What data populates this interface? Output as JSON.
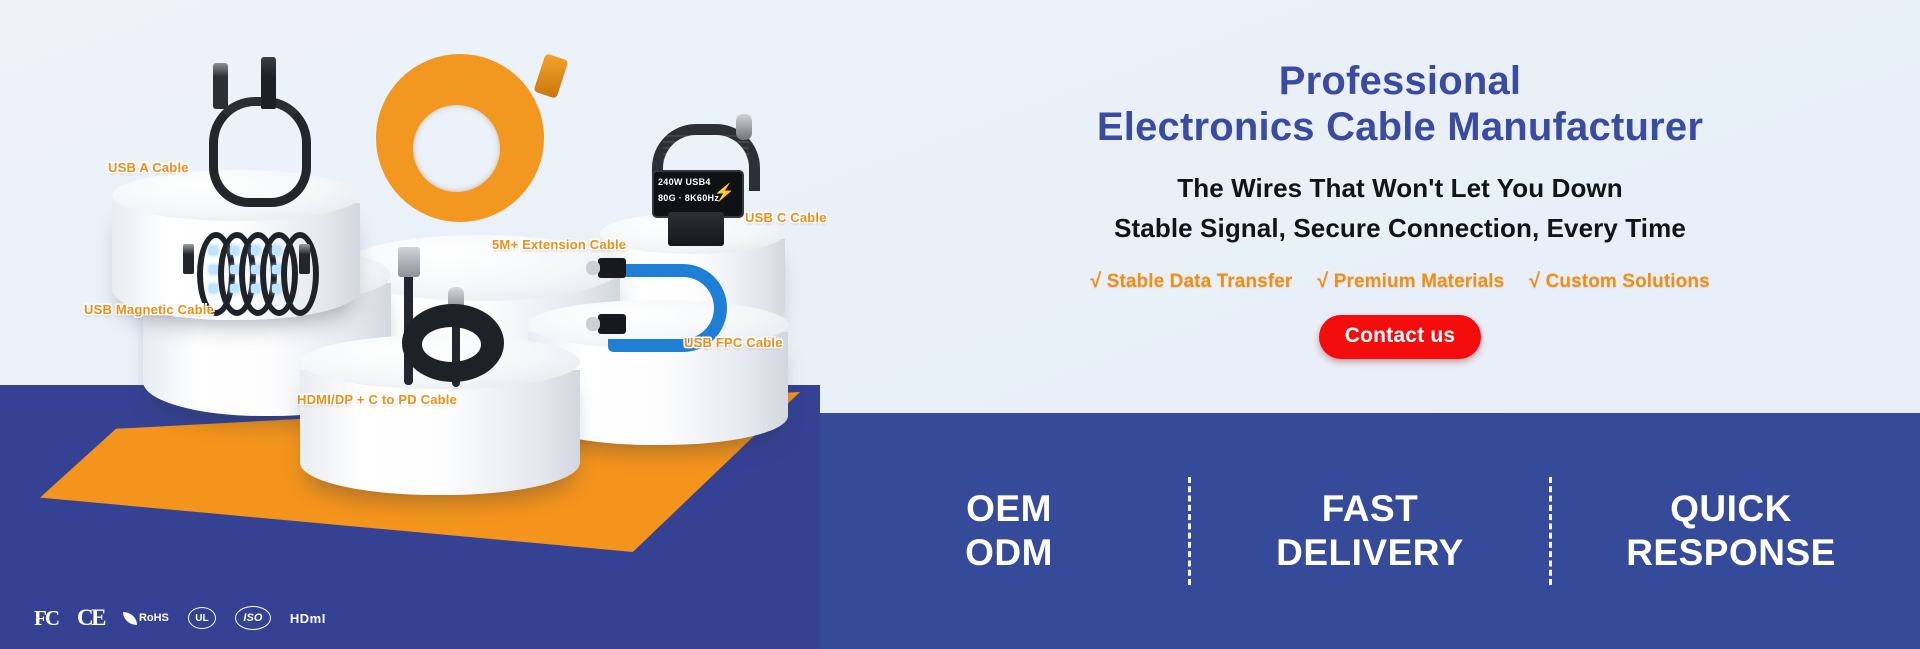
{
  "headline": {
    "line1": "Professional",
    "line2": "Electronics Cable Manufacturer"
  },
  "subheadline": {
    "line1": "The Wires That Won't Let You Down",
    "line2": "Stable Signal, Secure Connection, Every Time"
  },
  "features": {
    "check": "√",
    "item1": "Stable Data Transfer",
    "item2": "Premium Materials",
    "item3": "Custom Solutions"
  },
  "cta": {
    "label": "Contact us",
    "color": "#f50d0d"
  },
  "product_labels": {
    "usb_a": "USB A Cable",
    "usb_magnetic": "USB Magnetic Cable",
    "extension": "5M+ Extension Cable",
    "usb_c": "USB C Cable",
    "hdmi_dp": "HDMI/DP + C to PD Cable",
    "usb_fpc": "USB FPC Cable"
  },
  "usbc_display": {
    "line1": "240W  USB4",
    "line2": "80G · 8K60Hz",
    "bolt": "⚡"
  },
  "promise_strip": {
    "cells": [
      {
        "line1": "OEM",
        "line2": "ODM"
      },
      {
        "line1": "FAST",
        "line2": "DELIVERY"
      },
      {
        "line1": "QUICK",
        "line2": "RESPONSE"
      }
    ]
  },
  "certifications": [
    {
      "name": "fcc",
      "text": "FC"
    },
    {
      "name": "ce",
      "text": "CE"
    },
    {
      "name": "rohs",
      "text": "RoHS"
    },
    {
      "name": "ul",
      "text": "UL"
    },
    {
      "name": "iso",
      "text": "ISO"
    },
    {
      "name": "hdmi",
      "text": "HDmI"
    }
  ],
  "colors": {
    "background": "#eaf0f8",
    "navy": "#354293",
    "orange": "#f3941c",
    "headline_blue": "#3b4ba0",
    "cta_red": "#f50d0d"
  }
}
